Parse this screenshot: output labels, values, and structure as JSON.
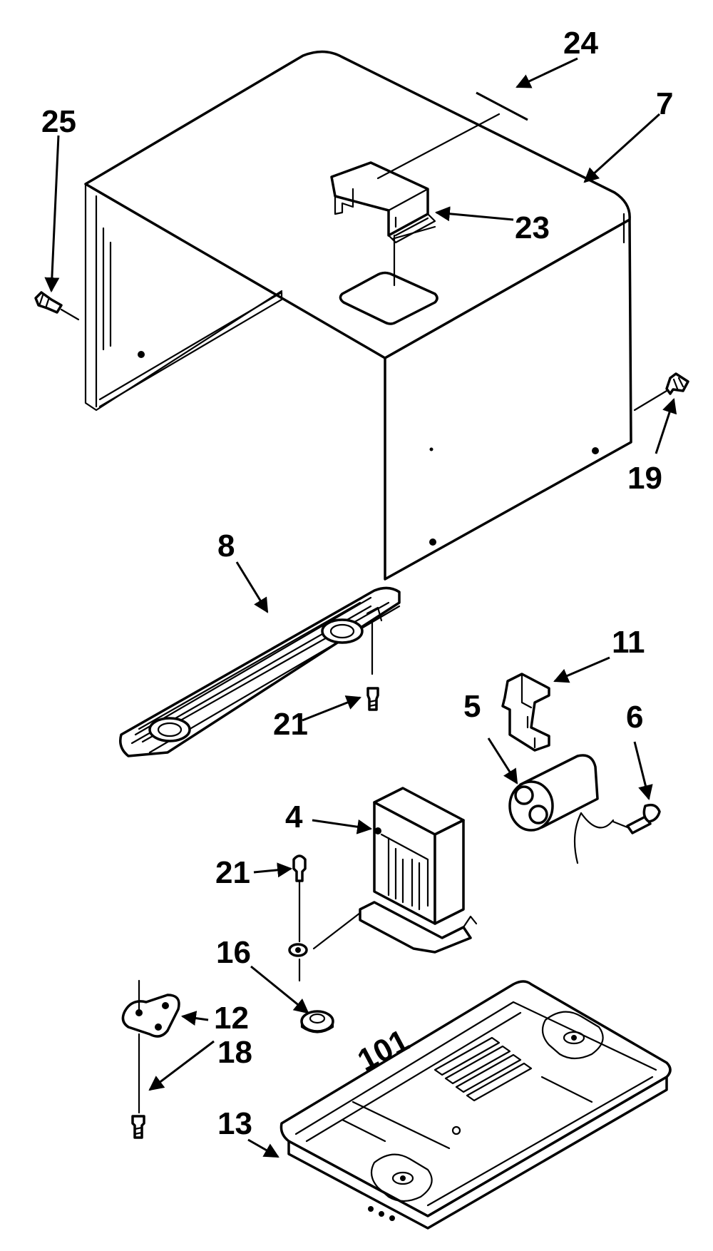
{
  "diagram": {
    "callouts": {
      "p24": "24",
      "p25": "25",
      "p7": "7",
      "p23": "23",
      "p19": "19",
      "p8": "8",
      "p11": "11",
      "p21a": "21",
      "p5": "5",
      "p6": "6",
      "p4": "4",
      "p21b": "21",
      "p16": "16",
      "p12": "12",
      "p18": "18",
      "p13": "13"
    },
    "embossed_text": "101"
  }
}
